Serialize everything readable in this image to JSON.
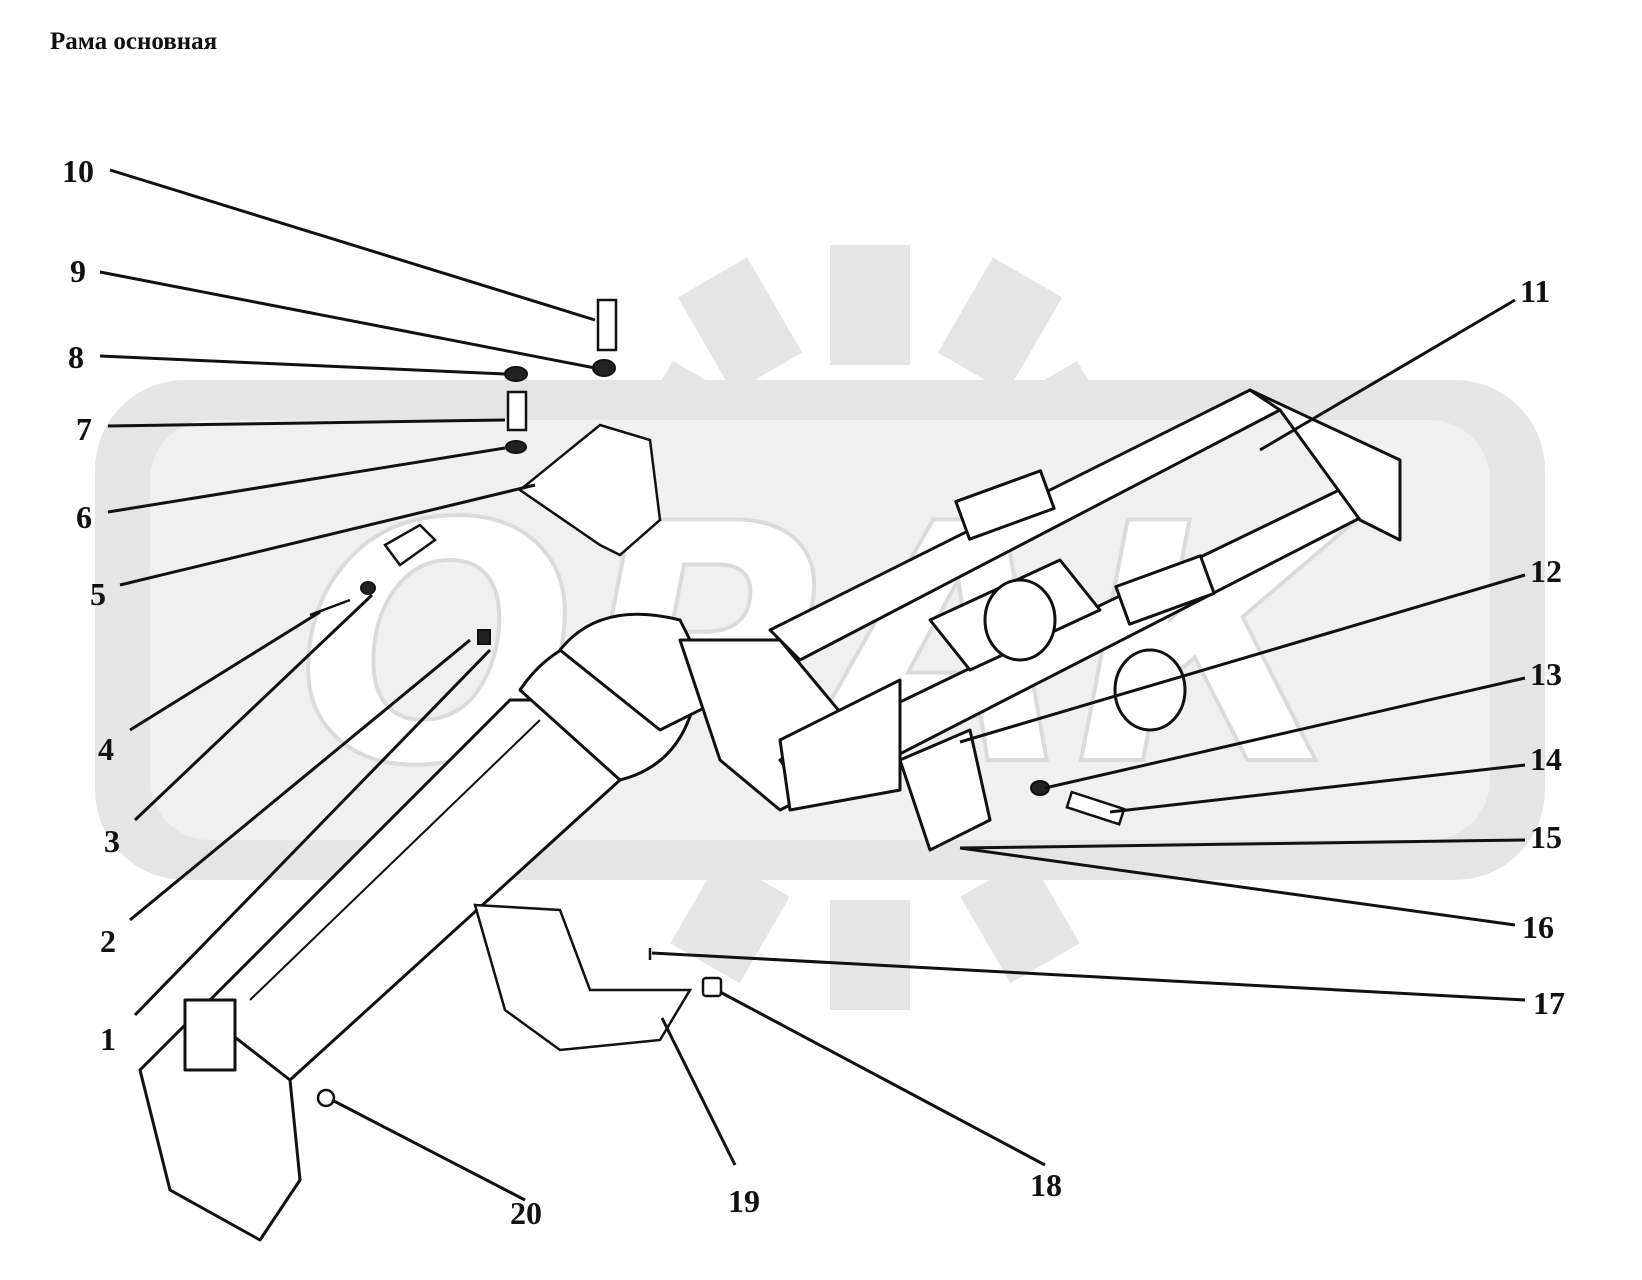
{
  "title": "Рама основная",
  "watermark": {
    "text": "ОРАК",
    "color": "#d9d9d9"
  },
  "callouts": [
    {
      "id": "callout-1",
      "label": "1"
    },
    {
      "id": "callout-2",
      "label": "2"
    },
    {
      "id": "callout-3",
      "label": "3"
    },
    {
      "id": "callout-4",
      "label": "4"
    },
    {
      "id": "callout-5",
      "label": "5"
    },
    {
      "id": "callout-6",
      "label": "6"
    },
    {
      "id": "callout-7",
      "label": "7"
    },
    {
      "id": "callout-8",
      "label": "8"
    },
    {
      "id": "callout-9",
      "label": "9"
    },
    {
      "id": "callout-10",
      "label": "10"
    },
    {
      "id": "callout-11",
      "label": "11"
    },
    {
      "id": "callout-12",
      "label": "12"
    },
    {
      "id": "callout-13",
      "label": "13"
    },
    {
      "id": "callout-14",
      "label": "14"
    },
    {
      "id": "callout-15",
      "label": "15"
    },
    {
      "id": "callout-16",
      "label": "16"
    },
    {
      "id": "callout-17",
      "label": "17"
    },
    {
      "id": "callout-18",
      "label": "18"
    },
    {
      "id": "callout-19",
      "label": "19"
    },
    {
      "id": "callout-20",
      "label": "20"
    }
  ]
}
